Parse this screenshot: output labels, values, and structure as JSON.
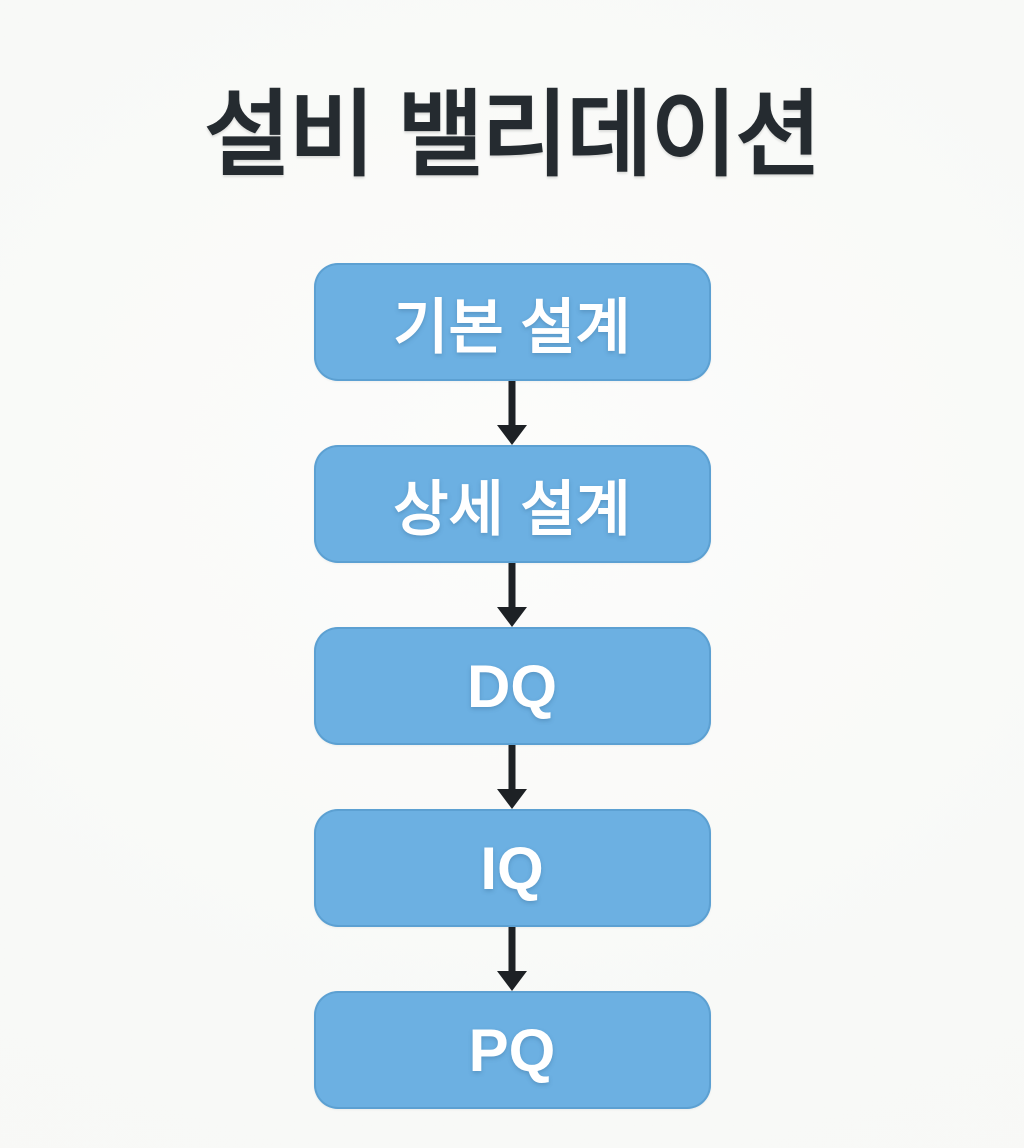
{
  "title": "설비 밸리데이션",
  "flow": {
    "steps": [
      {
        "id": "basic-design",
        "label": "기본 설계"
      },
      {
        "id": "detailed-design",
        "label": "상세 설계"
      },
      {
        "id": "dq",
        "label": "DQ"
      },
      {
        "id": "iq",
        "label": "IQ"
      },
      {
        "id": "pq",
        "label": "PQ"
      }
    ],
    "connector_icon": "down-arrow"
  },
  "colors": {
    "background": "#f7f8f6",
    "box_fill": "#6cb0e2",
    "box_edge": "#5aa5d8",
    "box_text": "#ffffff",
    "title_text": "#252b30",
    "arrow": "#1d2125"
  }
}
